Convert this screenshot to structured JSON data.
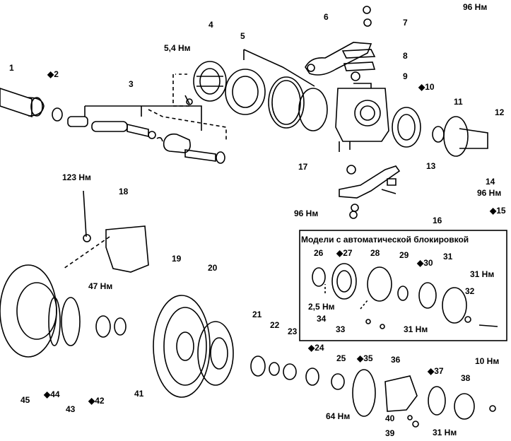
{
  "labels": {
    "l1": "1",
    "l2": "◆2",
    "l3": "3",
    "l4": "4",
    "l5": "5",
    "l6": "6",
    "l7": "7",
    "l8": "8",
    "l9": "9",
    "l10": "◆10",
    "l11": "11",
    "l12": "12",
    "l13": "13",
    "l14": "14",
    "l15": "◆15",
    "l16": "16",
    "l17": "17",
    "l18": "18",
    "l19": "19",
    "l20": "20",
    "l21": "21",
    "l22": "22",
    "l23": "23",
    "l24": "◆24",
    "l25": "25",
    "l26": "26",
    "l27": "◆27",
    "l28": "28",
    "l29": "29",
    "l30": "◆30",
    "l31": "31",
    "l32": "32",
    "l33": "33",
    "l34": "34",
    "l35": "◆35",
    "l36": "36",
    "l37": "◆37",
    "l38": "38",
    "l39": "39",
    "l40": "40",
    "l41": "41",
    "l42": "◆42",
    "l43": "43",
    "l44": "◆44",
    "l45": "45"
  },
  "torques": {
    "t96a": "96 Нм",
    "t54": "5,4 Нм",
    "t96b": "96 Нм",
    "t96c": "96 Нм",
    "t123": "123 Нм",
    "t47": "47 Нм",
    "t25": "2,5 Нм",
    "t31a": "31 Нм",
    "t31b": "31 Нм",
    "t64": "64 Нм",
    "t10": "10 Нм",
    "t31c": "31 Нм"
  },
  "inset": {
    "title": "Модели с автоматической блокировкой"
  },
  "colors": {
    "ink": "#000000",
    "paper": "#ffffff"
  }
}
